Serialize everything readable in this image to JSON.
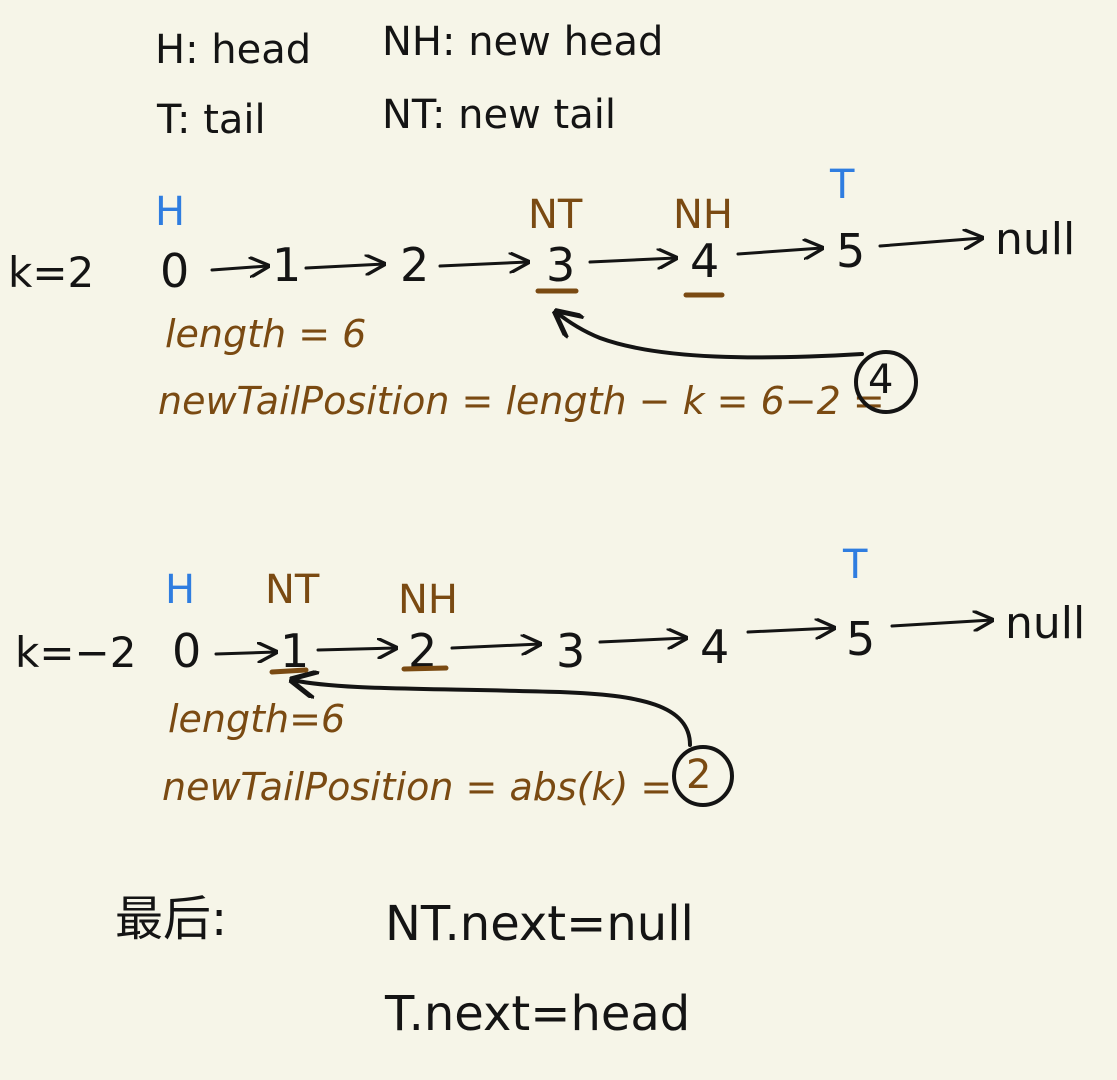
{
  "legend": {
    "h": "H: head",
    "nh": "NH: new head",
    "t": "T: tail",
    "nt": "NT: new tail"
  },
  "colors": {
    "ink": "#141414",
    "brown": "#7a4a12",
    "blue": "#2f7de0"
  },
  "example1": {
    "k_label": "k=2",
    "nodes": [
      "0",
      "1",
      "2",
      "3",
      "4",
      "5"
    ],
    "null_label": "null",
    "marker_h": "H",
    "marker_nt": "NT",
    "marker_nh": "NH",
    "marker_t": "T",
    "length_line": "length = 6",
    "formula_prefix": "newTailPosition = length − k = 6−2 =",
    "result": "4"
  },
  "example2": {
    "k_label": "k=−2",
    "nodes": [
      "0",
      "1",
      "2",
      "3",
      "4",
      "5"
    ],
    "null_label": "null",
    "marker_h": "H",
    "marker_nt": "NT",
    "marker_nh": "NH",
    "marker_t": "T",
    "length_line": "length=6",
    "formula_prefix": "newTailPosition = abs(k) =",
    "result": "2"
  },
  "final": {
    "label": "最后:",
    "line1": "NT.next=null",
    "line2": "T.next=head"
  }
}
